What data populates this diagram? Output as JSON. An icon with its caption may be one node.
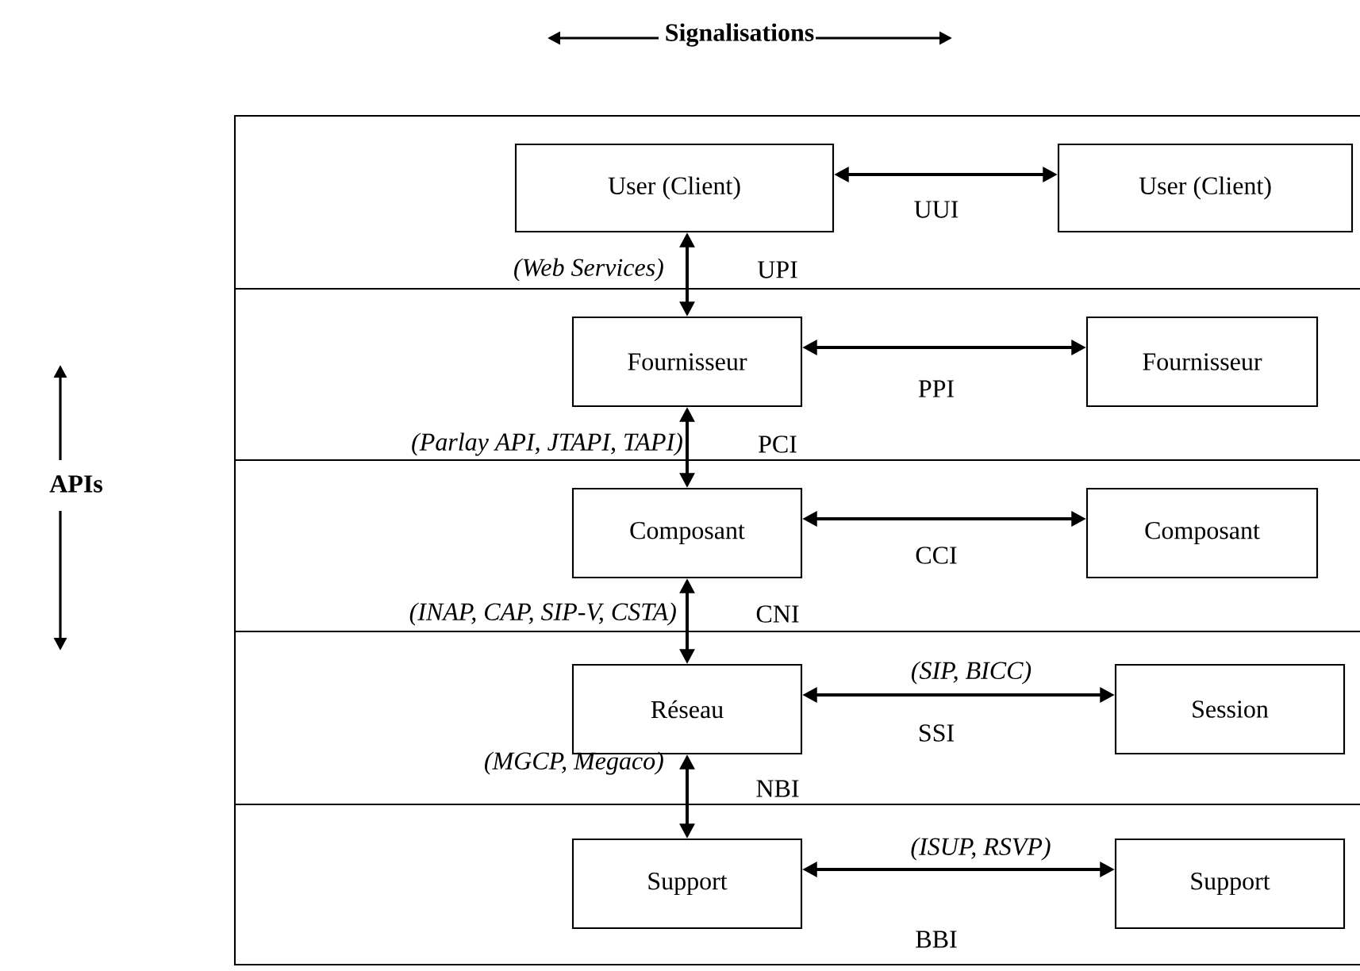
{
  "diagram": {
    "nodes": [
      {
        "text": [
          "User (Client)"
        ]
      },
      {
        "text": [
          "User (Client)"
        ]
      },
      {
        "text": [
          "Fournisseur"
        ]
      },
      {
        "text": [
          "Fournisseur"
        ]
      },
      {
        "text": [
          "Composant"
        ]
      },
      {
        "text": [
          "Composant"
        ]
      },
      {
        "text": [
          "Réseau"
        ]
      },
      {
        "text": [
          "Session"
        ]
      },
      {
        "text": [
          "Support"
        ]
      },
      {
        "text": [
          "Support"
        ]
      }
    ],
    "edges": [
      {
        "from": 0,
        "to": 1,
        "arrow": "both",
        "label": "UUI"
      },
      {
        "from": 0,
        "to": 2,
        "arrow": "both",
        "label": "UPI"
      },
      {
        "from": 2,
        "to": 3,
        "arrow": "both",
        "label": "PPI"
      },
      {
        "from": 2,
        "to": 4,
        "arrow": "both",
        "label": "PCI"
      },
      {
        "from": 4,
        "to": 5,
        "arrow": "both",
        "label": "CCI"
      },
      {
        "from": 4,
        "to": 6,
        "arrow": "both",
        "label": "CNI"
      },
      {
        "from": 6,
        "to": 7,
        "arrow": "both",
        "label": "SSI"
      },
      {
        "from": 6,
        "to": 8,
        "arrow": "both",
        "label": "NBI"
      },
      {
        "from": 8,
        "to": 9,
        "arrow": "both",
        "label": "BBI"
      }
    ],
    "labels": [
      "Signalisations",
      "APIs",
      "(Web Services)",
      "(Parlay API, JTAPI, TAPI)",
      "(INAP, CAP, SIP-V, CSTA)",
      "(SIP, BICC)",
      "(MGCP, Megaco)",
      "(ISUP, RSVP)"
    ]
  }
}
